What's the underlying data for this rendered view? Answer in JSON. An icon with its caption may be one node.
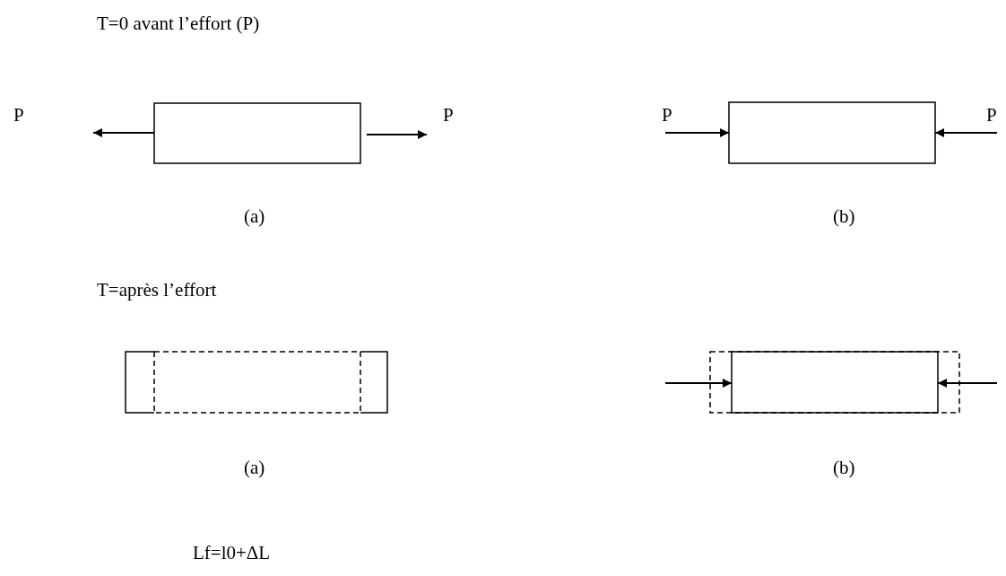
{
  "diagram": {
    "labels": [
      "T=0 avant l’effort (P)",
      "P",
      "P",
      "P",
      "P",
      "(a)",
      "(b)",
      "T=après l’effort",
      "(a)",
      "(b)",
      "Lf=l0+ΔL"
    ]
  }
}
